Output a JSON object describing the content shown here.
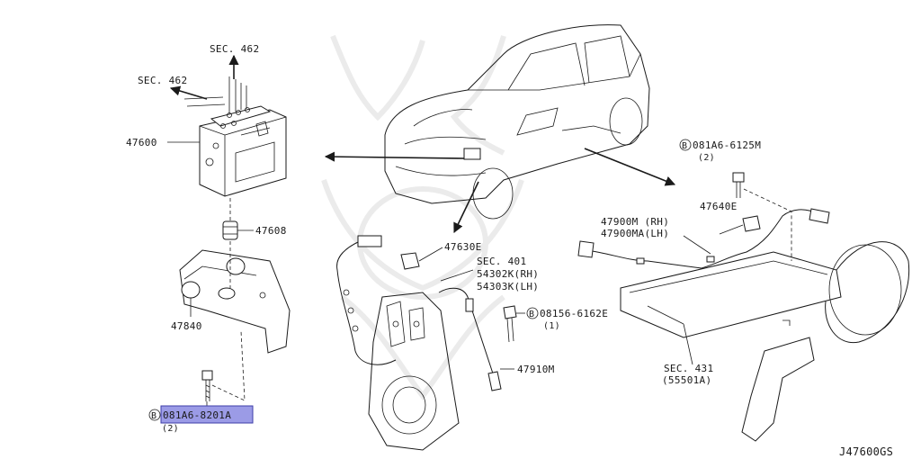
{
  "labels": {
    "sec462_top": "SEC. 462",
    "sec462_left": "SEC. 462",
    "p47600": "47600",
    "p47608": "47608",
    "p47840": "47840",
    "bolt_8201": "081A6-8201A",
    "bolt_8201_qty": "(2)",
    "p47630e": "47630E",
    "sec401": "SEC. 401",
    "p54302k": "54302K(RH)",
    "p54303k": "54303K(LH)",
    "bolt_6162": "08156-6162E",
    "bolt_6162_qty": "(1)",
    "p47910m": "47910M",
    "bolt_6125": "081A6-6125M",
    "bolt_6125_qty": "(2)",
    "p47640e": "47640E",
    "p47900m": "47900M (RH)",
    "p47900ma": "47900MA(LH)",
    "sec431": "SEC. 431",
    "p55501a": "(55501A)",
    "diagram_id": "J47600GS",
    "b_marker": "B"
  },
  "colors": {
    "line": "#1a1a1a",
    "highlight_fill": "#9b9be6",
    "highlight_border": "#3c3ca8",
    "watermark": "#ebebeb"
  }
}
